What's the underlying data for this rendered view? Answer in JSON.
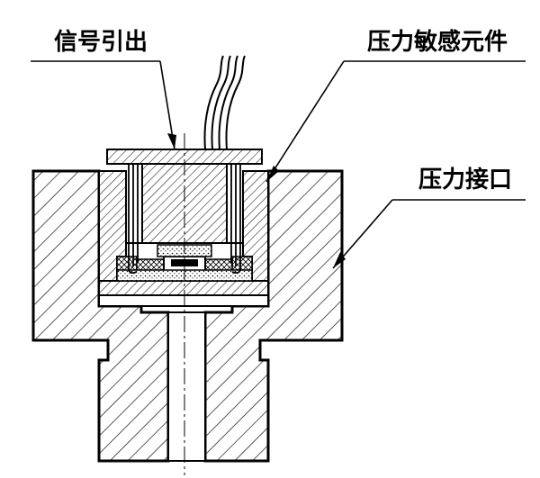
{
  "labels": {
    "signal_lead": "信号引出",
    "pressure_sensing_element": "压力敏感元件",
    "pressure_port": "压力接口"
  },
  "colors": {
    "ink": "#000000",
    "paper": "#ffffff"
  }
}
